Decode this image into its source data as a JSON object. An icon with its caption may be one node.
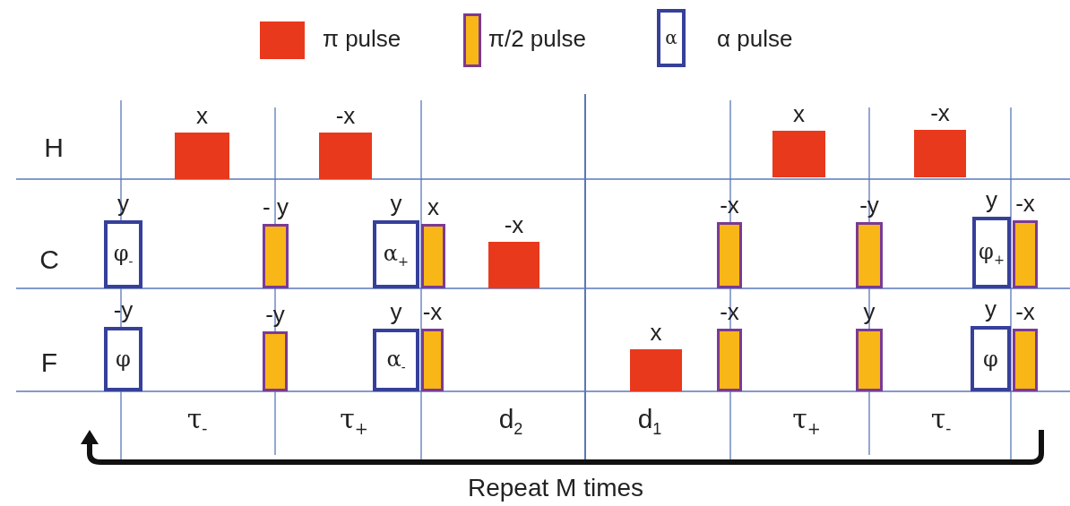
{
  "diagram": {
    "nodes": [
      {
        "text": [],
        "shape": "box",
        "beside": [
          "x"
        ]
      },
      {
        "text": [],
        "shape": "box",
        "beside": [
          "-x"
        ]
      },
      {
        "text": [],
        "shape": "box",
        "beside": [
          "x"
        ]
      },
      {
        "text": [],
        "shape": "box",
        "beside": [
          "-x"
        ]
      },
      {
        "text": [
          "φ$_{-}$"
        ],
        "beside": [
          "y"
        ]
      },
      {
        "text": [],
        "shape": "bar",
        "beside": [
          "- y"
        ]
      },
      {
        "text": [
          "α$_{+}$"
        ],
        "beside": [
          "y"
        ]
      },
      {
        "text": [],
        "shape": "bar",
        "beside": [
          "x"
        ]
      },
      {
        "text": [],
        "shape": "box",
        "beside": [
          "-x"
        ]
      },
      {
        "text": [],
        "shape": "bar",
        "beside": [
          "-x"
        ]
      },
      {
        "text": [],
        "shape": "bar",
        "beside": [
          "-y"
        ]
      },
      {
        "text": [
          "φ$_{+}$"
        ],
        "beside": [
          "y"
        ]
      },
      {
        "text": [],
        "shape": "bar",
        "beside": [
          "-x"
        ]
      },
      {
        "text": [
          "φ"
        ],
        "beside": [
          "-y"
        ]
      },
      {
        "text": [],
        "shape": "bar",
        "beside": [
          "-y"
        ]
      },
      {
        "text": [
          "α$_{-}$"
        ],
        "beside": [
          "y"
        ]
      },
      {
        "text": [],
        "shape": "bar",
        "beside": [
          "-x"
        ]
      },
      {
        "text": [],
        "shape": "box",
        "beside": [
          "x"
        ]
      },
      {
        "text": [],
        "shape": "bar",
        "beside": [
          "-x"
        ]
      },
      {
        "text": [],
        "shape": "bar",
        "beside": [
          "y"
        ]
      },
      {
        "text": [
          "φ"
        ],
        "beside": [
          "y"
        ]
      },
      {
        "text": [],
        "shape": "bar",
        "beside": [
          "-x"
        ]
      }
    ],
    "edges": [],
    "labels": [
      "α",
      "H",
      "C",
      "F",
      "τ$_{-}$",
      "τ$_{+}$",
      "d$_{2}$",
      "d$_{1}$",
      "τ$_{+}$",
      "τ$_{-}$",
      "Repeat M times"
    ],
    "legend": [
      {
        "text": "π pulse",
        "color": "#e8391d"
      },
      {
        "text": "π/2 pulse"
      },
      {
        "text": "α pulse"
      }
    ]
  }
}
